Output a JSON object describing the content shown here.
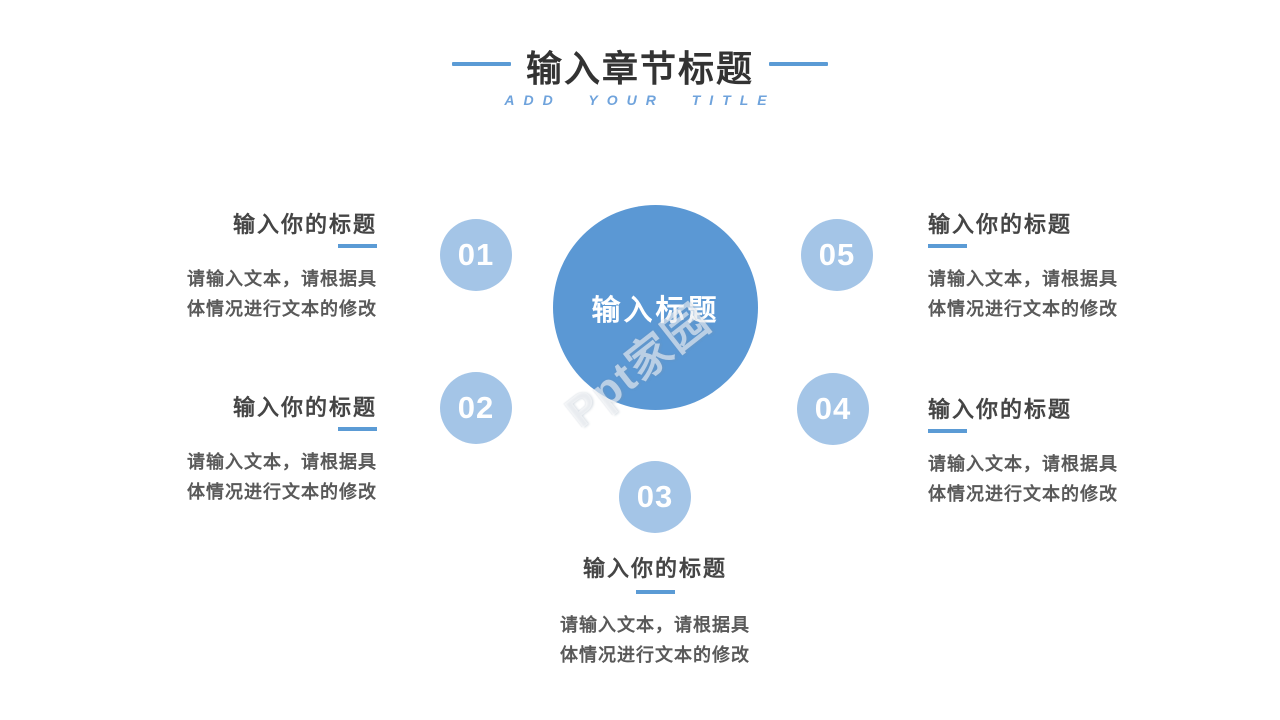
{
  "header": {
    "title": "输入章节标题",
    "subtitle": "ADD YOUR TITLE"
  },
  "diagram": {
    "center_label": "输入标题",
    "nodes": [
      {
        "number": "01",
        "title": "输入你的标题",
        "body_line1": "请输入文本，请根据具",
        "body_line2": "体情况进行文本的修改"
      },
      {
        "number": "02",
        "title": "输入你的标题",
        "body_line1": "请输入文本，请根据具",
        "body_line2": "体情况进行文本的修改"
      },
      {
        "number": "03",
        "title": "输入你的标题",
        "body_line1": "请输入文本，请根据具",
        "body_line2": "体情况进行文本的修改"
      },
      {
        "number": "04",
        "title": "输入你的标题",
        "body_line1": "请输入文本，请根据具",
        "body_line2": "体情况进行文本的修改"
      },
      {
        "number": "05",
        "title": "输入你的标题",
        "body_line1": "请输入文本，请根据具",
        "body_line2": "体情况进行文本的修改"
      }
    ]
  },
  "watermark": {
    "text": "Ppt家园"
  },
  "colors": {
    "accent_blue": "#5b9bd5",
    "center_circle_blue": "#5b98d4",
    "node_circle_blue": "#a4c5e7",
    "title_text": "#333333",
    "heading_text": "#454545",
    "body_text": "#595959",
    "subtitle_text": "#6fa3dc",
    "background": "#ffffff"
  }
}
